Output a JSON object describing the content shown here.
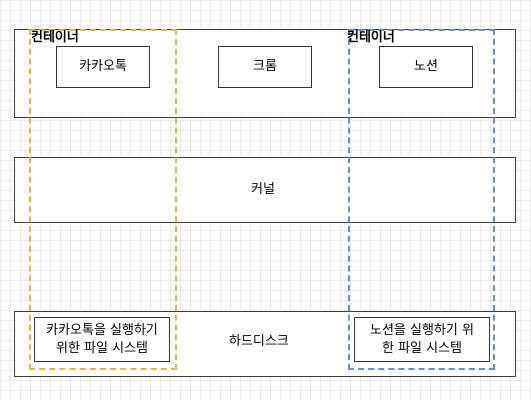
{
  "layers": {
    "app_layer": {
      "apps": [
        {
          "label": "카카오톡"
        },
        {
          "label": "크롬"
        },
        {
          "label": "노션"
        }
      ]
    },
    "kernel": {
      "label": "커널"
    },
    "hard_disk": {
      "label": "하드디스크",
      "fs_kakao": {
        "line1": "카카오톡을 실행하기",
        "line2": "위한 파일 시스템"
      },
      "fs_notion": {
        "line1": "노션을 실행하기 위",
        "line2": "한 파일 시스템"
      }
    }
  },
  "containers": [
    {
      "title": "컨테이너",
      "color": "#d6b656"
    },
    {
      "title": "컨테이너",
      "color": "#6c8ebf"
    }
  ],
  "colors": {
    "grid": "#e9e9e9",
    "layer_border": "#404040",
    "container_left": "#d6b656",
    "container_right": "#6c8ebf"
  }
}
